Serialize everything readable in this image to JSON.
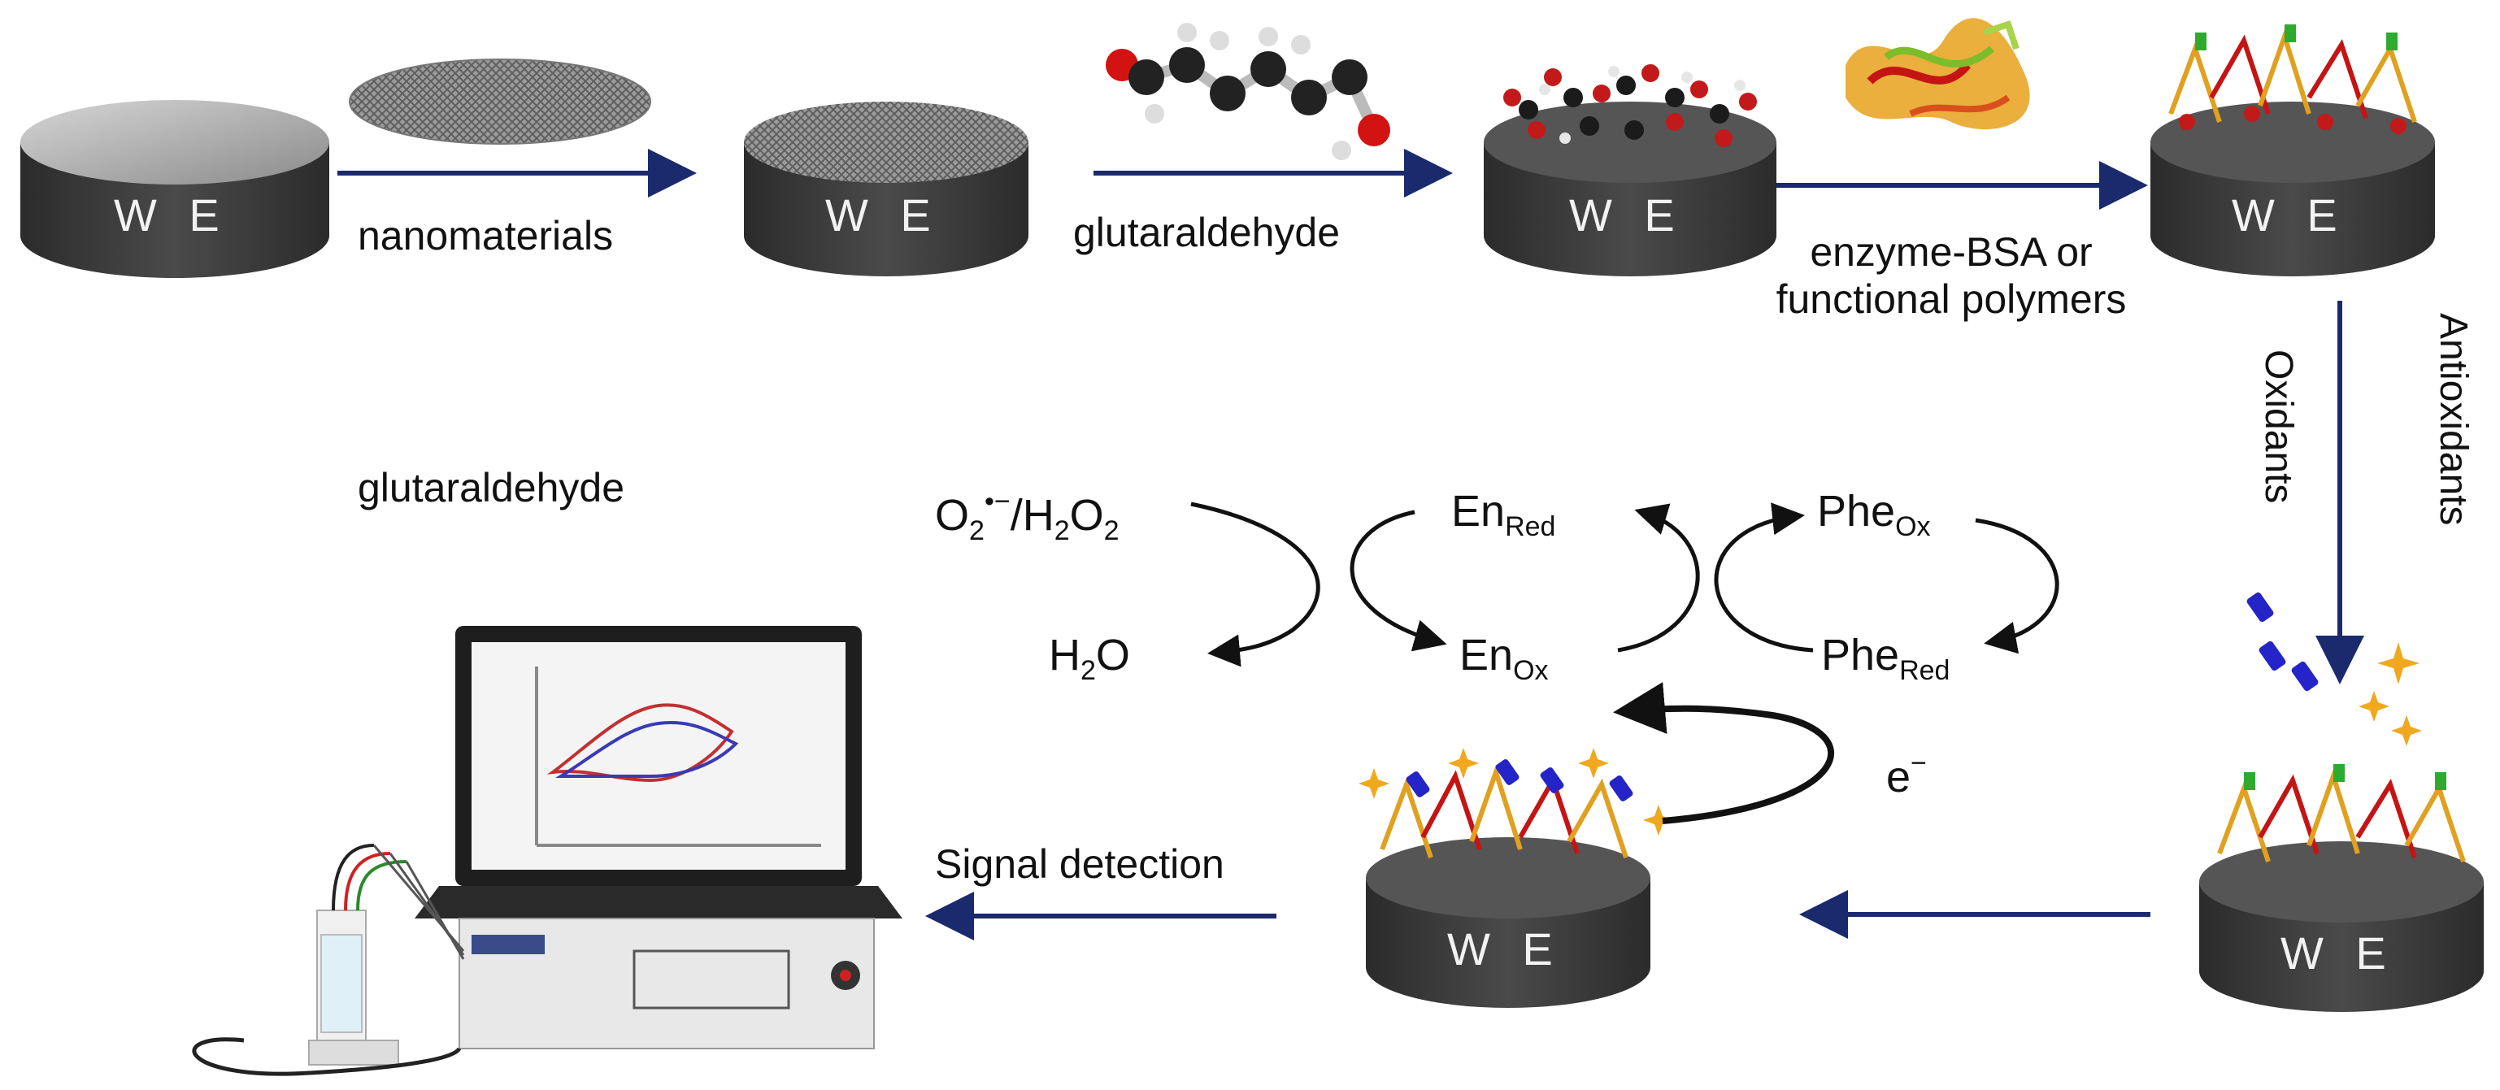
{
  "steps": {
    "nanomaterials": "nanomaterials",
    "glutaraldehyde_top": "glutaraldehyde",
    "enzyme_line1": "enzyme-BSA or",
    "enzyme_line2": "functional polymers",
    "oxidants": "Oxidants",
    "antioxidants": "Antioxidants",
    "signal_detection": "Signal detection",
    "glutaraldehyde_left": "glutaraldehyde"
  },
  "electrode_label": "W E",
  "cycle": {
    "superoxide_prefix": "O",
    "superoxide_sub": "2",
    "superoxide_sup": "•−",
    "peroxide_slash": "/H",
    "peroxide_sub1": "2",
    "peroxide_o": "O",
    "peroxide_sub2": "2",
    "water_h": "H",
    "water_sub": "2",
    "water_o": "O",
    "en": "En",
    "red": "Red",
    "ox": "Ox",
    "phe": "Phe",
    "electron": "e",
    "electron_sup": "−"
  },
  "colors": {
    "arrow_blue": "#1a2a6c",
    "electrode_top": "#8c8c8c",
    "electrode_side": "#3a3a3a"
  }
}
